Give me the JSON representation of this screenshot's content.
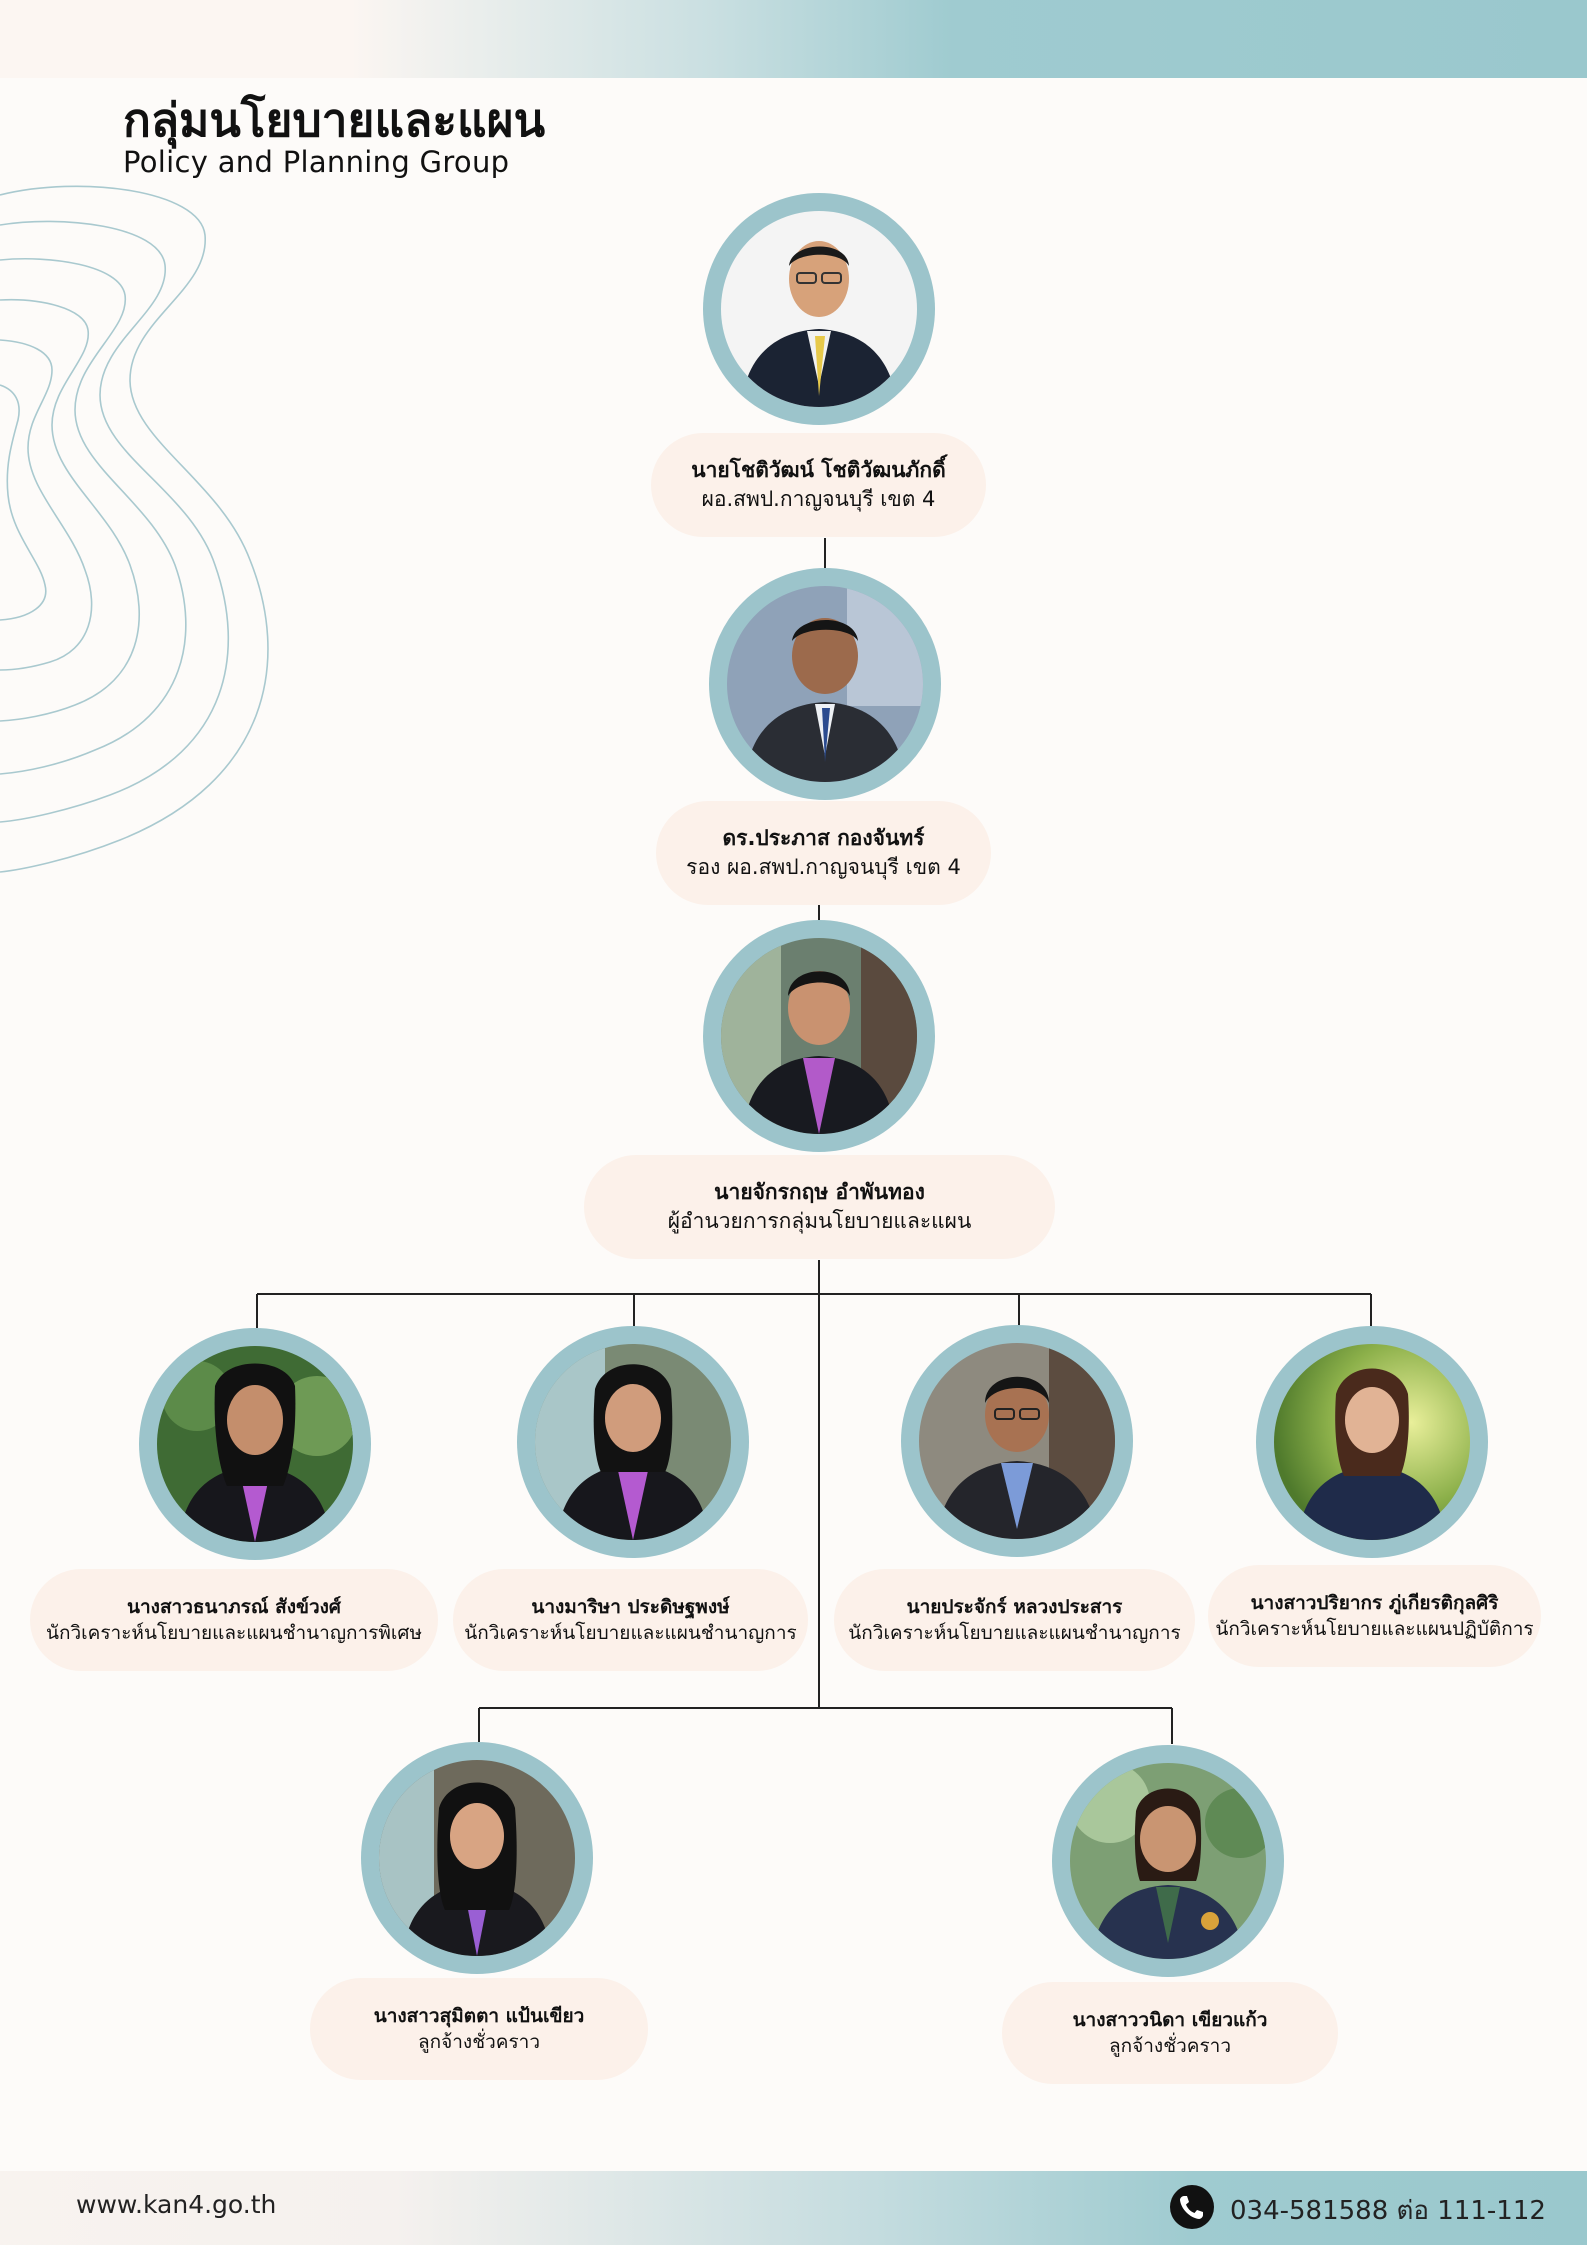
{
  "header": {
    "title_th": "กลุ่มนโยบายและแผน",
    "title_en": "Policy and Planning Group"
  },
  "colors": {
    "ring": "#9cc4cb",
    "label_bg": "#fcf1ea",
    "band": "#9ac8cd",
    "page_bg": "#fdfbf9"
  },
  "org": {
    "director": {
      "name": "นายโชติวัฒน์ โชติวัฒนภักดิ์",
      "role": "ผอ.สพป.กาญจนบุรี เขต 4"
    },
    "deputy": {
      "name": "ดร.ประภาส กองจันทร์",
      "role": "รอง ผอ.สพป.กาญจนบุรี เขต 4"
    },
    "group_head": {
      "name": "นายจักรกฤษ อำพันทอง",
      "role": "ผู้อำนวยการกลุ่มนโยบายและแผน"
    },
    "staff": [
      {
        "name": "นางสาวธนาภรณ์ สังข์วงศ์",
        "role": "นักวิเคราะห์นโยบายและแผนชำนาญการพิเศษ"
      },
      {
        "name": "นางมาริษา ประดิษฐพงษ์",
        "role": "นักวิเคราะห์นโยบายและแผนชำนาญการ"
      },
      {
        "name": "นายประจักร์ หลวงประสาร",
        "role": "นักวิเคราะห์นโยบายและแผนชำนาญการ"
      },
      {
        "name": "นางสาวปริยากร ภู่เกียรติกุลศิริ",
        "role": "นักวิเคราะห์นโยบายและแผนปฏิบัติการ"
      }
    ],
    "temps": [
      {
        "name": "นางสาวสุมิตตา แป้นเขียว",
        "role": "ลูกจ้างชั่วคราว"
      },
      {
        "name": "นางสาววนิดา  เขียวแก้ว",
        "role": "ลูกจ้างชั่วคราว"
      }
    ]
  },
  "footer": {
    "website": "www.kan4.go.th",
    "phone": "034-581588  ต่อ 111-112",
    "phone_icon": "phone-icon"
  }
}
